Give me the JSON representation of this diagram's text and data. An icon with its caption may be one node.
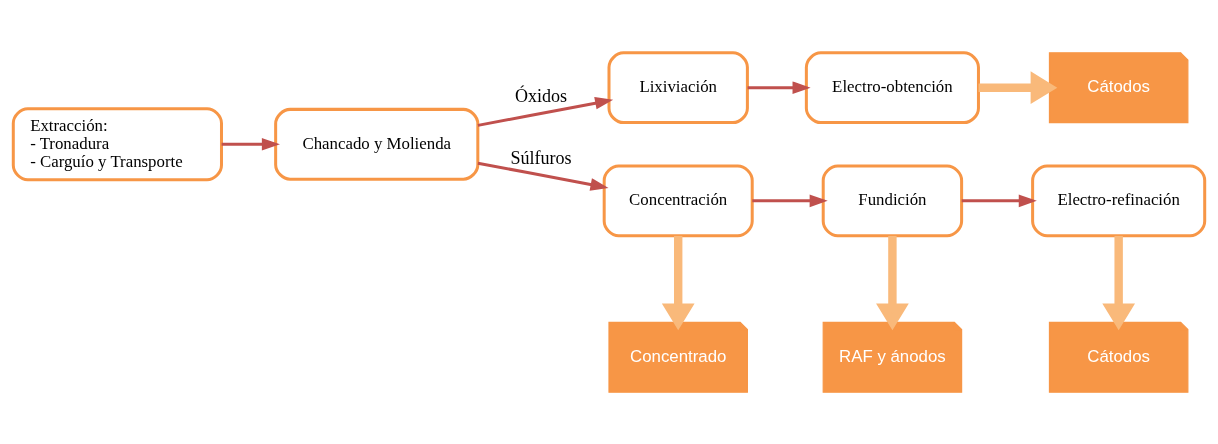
{
  "diagram": {
    "nodes": [
      {
        "text": [
          "Extracción:",
          "- Tronadura",
          "- Carguío y Transporte"
        ]
      },
      {
        "text": [
          "Chancado y Molienda"
        ]
      },
      {
        "text": [
          "Lixiviación"
        ]
      },
      {
        "text": [
          "Electro-obtención"
        ]
      },
      {
        "text": [
          "Cátodos"
        ]
      },
      {
        "text": [
          "Concentración"
        ]
      },
      {
        "text": [
          "Fundición"
        ]
      },
      {
        "text": [
          "Electro-refinación"
        ]
      },
      {
        "text": [
          "Concentrado"
        ]
      },
      {
        "text": [
          "RAF y ánodos"
        ]
      },
      {
        "text": [
          "Cátodos"
        ]
      }
    ],
    "edges": [
      {
        "from": 0,
        "to": 1,
        "arrow": "to"
      },
      {
        "from": 1,
        "to": 2,
        "arrow": "to",
        "label": "Óxidos"
      },
      {
        "from": 1,
        "to": 5,
        "arrow": "to",
        "label": "Súlfuros"
      },
      {
        "from": 2,
        "to": 3,
        "arrow": "to"
      },
      {
        "from": 3,
        "to": 4,
        "arrow": "to",
        "style": "thick",
        "color": "#f9b97a"
      },
      {
        "from": 5,
        "to": 6,
        "arrow": "to"
      },
      {
        "from": 6,
        "to": 7,
        "arrow": "to"
      },
      {
        "from": 5,
        "to": 8,
        "arrow": "to",
        "style": "thick",
        "color": "#f9b97a"
      },
      {
        "from": 6,
        "to": 9,
        "arrow": "to",
        "style": "thick",
        "color": "#f9b97a"
      },
      {
        "from": 7,
        "to": 10,
        "arrow": "to",
        "style": "thick",
        "color": "#f9b97a"
      }
    ]
  }
}
